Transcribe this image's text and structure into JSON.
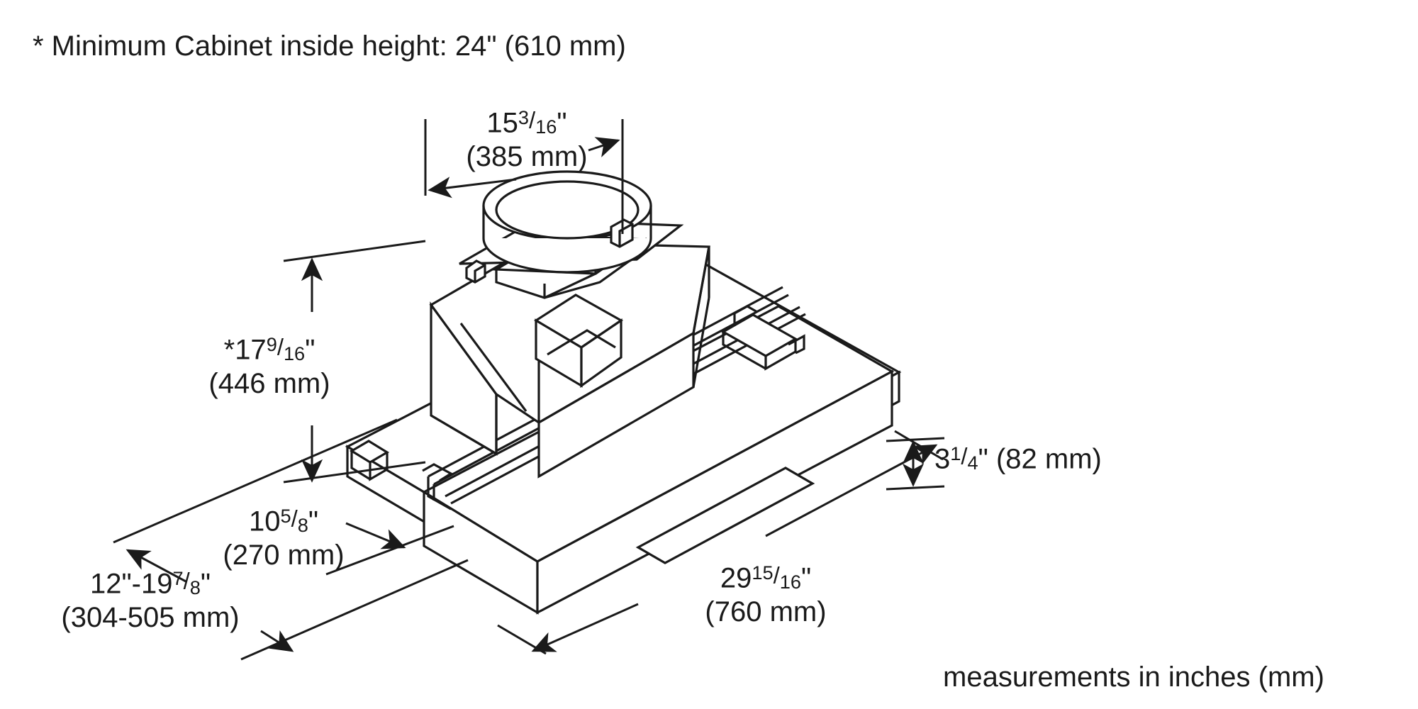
{
  "page": {
    "background_color": "#ffffff",
    "line_color": "#1a1a1a"
  },
  "notes": {
    "top_note": "* Minimum Cabinet inside height: 24\" (610 mm)",
    "bottom_caption": "measurements in inches (mm)"
  },
  "dimensions": {
    "width_top": {
      "name": "motor housing width",
      "whole": "15",
      "numerator": "3",
      "denominator": "16",
      "unit_mark": "\"",
      "metric": "(385 mm)",
      "prefix": ""
    },
    "height_left": {
      "name": "overall height above drawer",
      "whole": "17",
      "numerator": "9",
      "denominator": "16",
      "unit_mark": "\"",
      "metric": "(446 mm)",
      "prefix": "*"
    },
    "depth_inner": {
      "name": "body depth",
      "whole": "10",
      "numerator": "5",
      "denominator": "8",
      "unit_mark": "\"",
      "metric": "(270 mm)",
      "prefix": ""
    },
    "depth_range": {
      "name": "slide-out depth range",
      "imperial": "12\"-19",
      "numerator": "7",
      "denominator": "8",
      "unit_mark": "\"",
      "metric": "(304-505 mm)"
    },
    "front_height": {
      "name": "front panel height",
      "whole": "3",
      "numerator": "1",
      "denominator": "4",
      "unit_mark": "\"",
      "metric": "(82 mm)"
    },
    "width_main": {
      "name": "overall width",
      "whole": "29",
      "numerator": "15",
      "denominator": "16",
      "unit_mark": "\"",
      "metric": "(760 mm)"
    }
  },
  "product": {
    "type": "slide-out range hood isometric line drawing",
    "parts": [
      "round duct collar",
      "motor housing",
      "transition box",
      "sloped blower cover",
      "telescoping slide rails",
      "slide-out drawer front panel",
      "recessed handle slot"
    ]
  }
}
